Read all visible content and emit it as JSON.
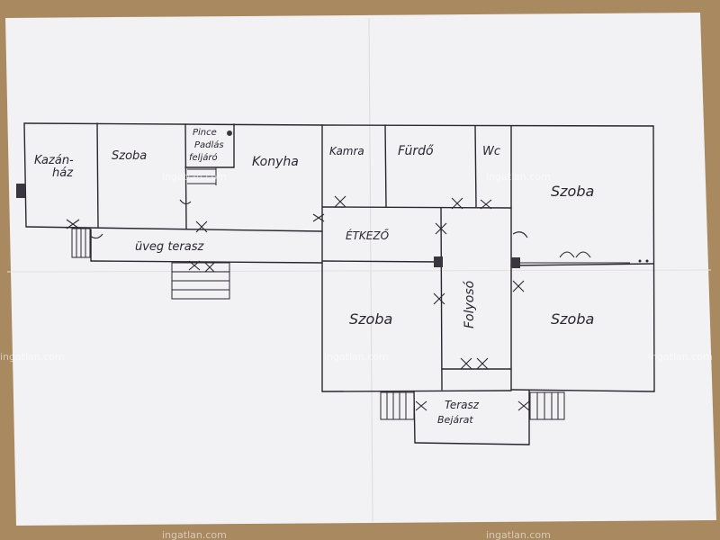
{
  "plan": {
    "rooms": {
      "kazan_line1": "Kazán-",
      "kazan_line2": "ház",
      "szoba_left": "Szoba",
      "pince_line1": "Pince",
      "pince_line2": "Padlás",
      "pince_line3": "feljáró",
      "konyha": "Konyha",
      "kamra": "Kamra",
      "furdo": "Fürdő",
      "wc": "Wc",
      "szoba_top_right": "Szoba",
      "uveg_terasz": "üveg terasz",
      "etkezo": "ÉTKEZŐ",
      "folyoso": "Folyosó",
      "szoba_center": "Szoba",
      "szoba_bottom_right": "Szoba",
      "terasz_line1": "Terasz",
      "terasz_line2": "Bejárat"
    }
  },
  "watermark": {
    "text": "ingatlan.com"
  },
  "colors": {
    "paper": "#f2f1f4",
    "ink": "#2a2730",
    "background": "#a9895f"
  }
}
